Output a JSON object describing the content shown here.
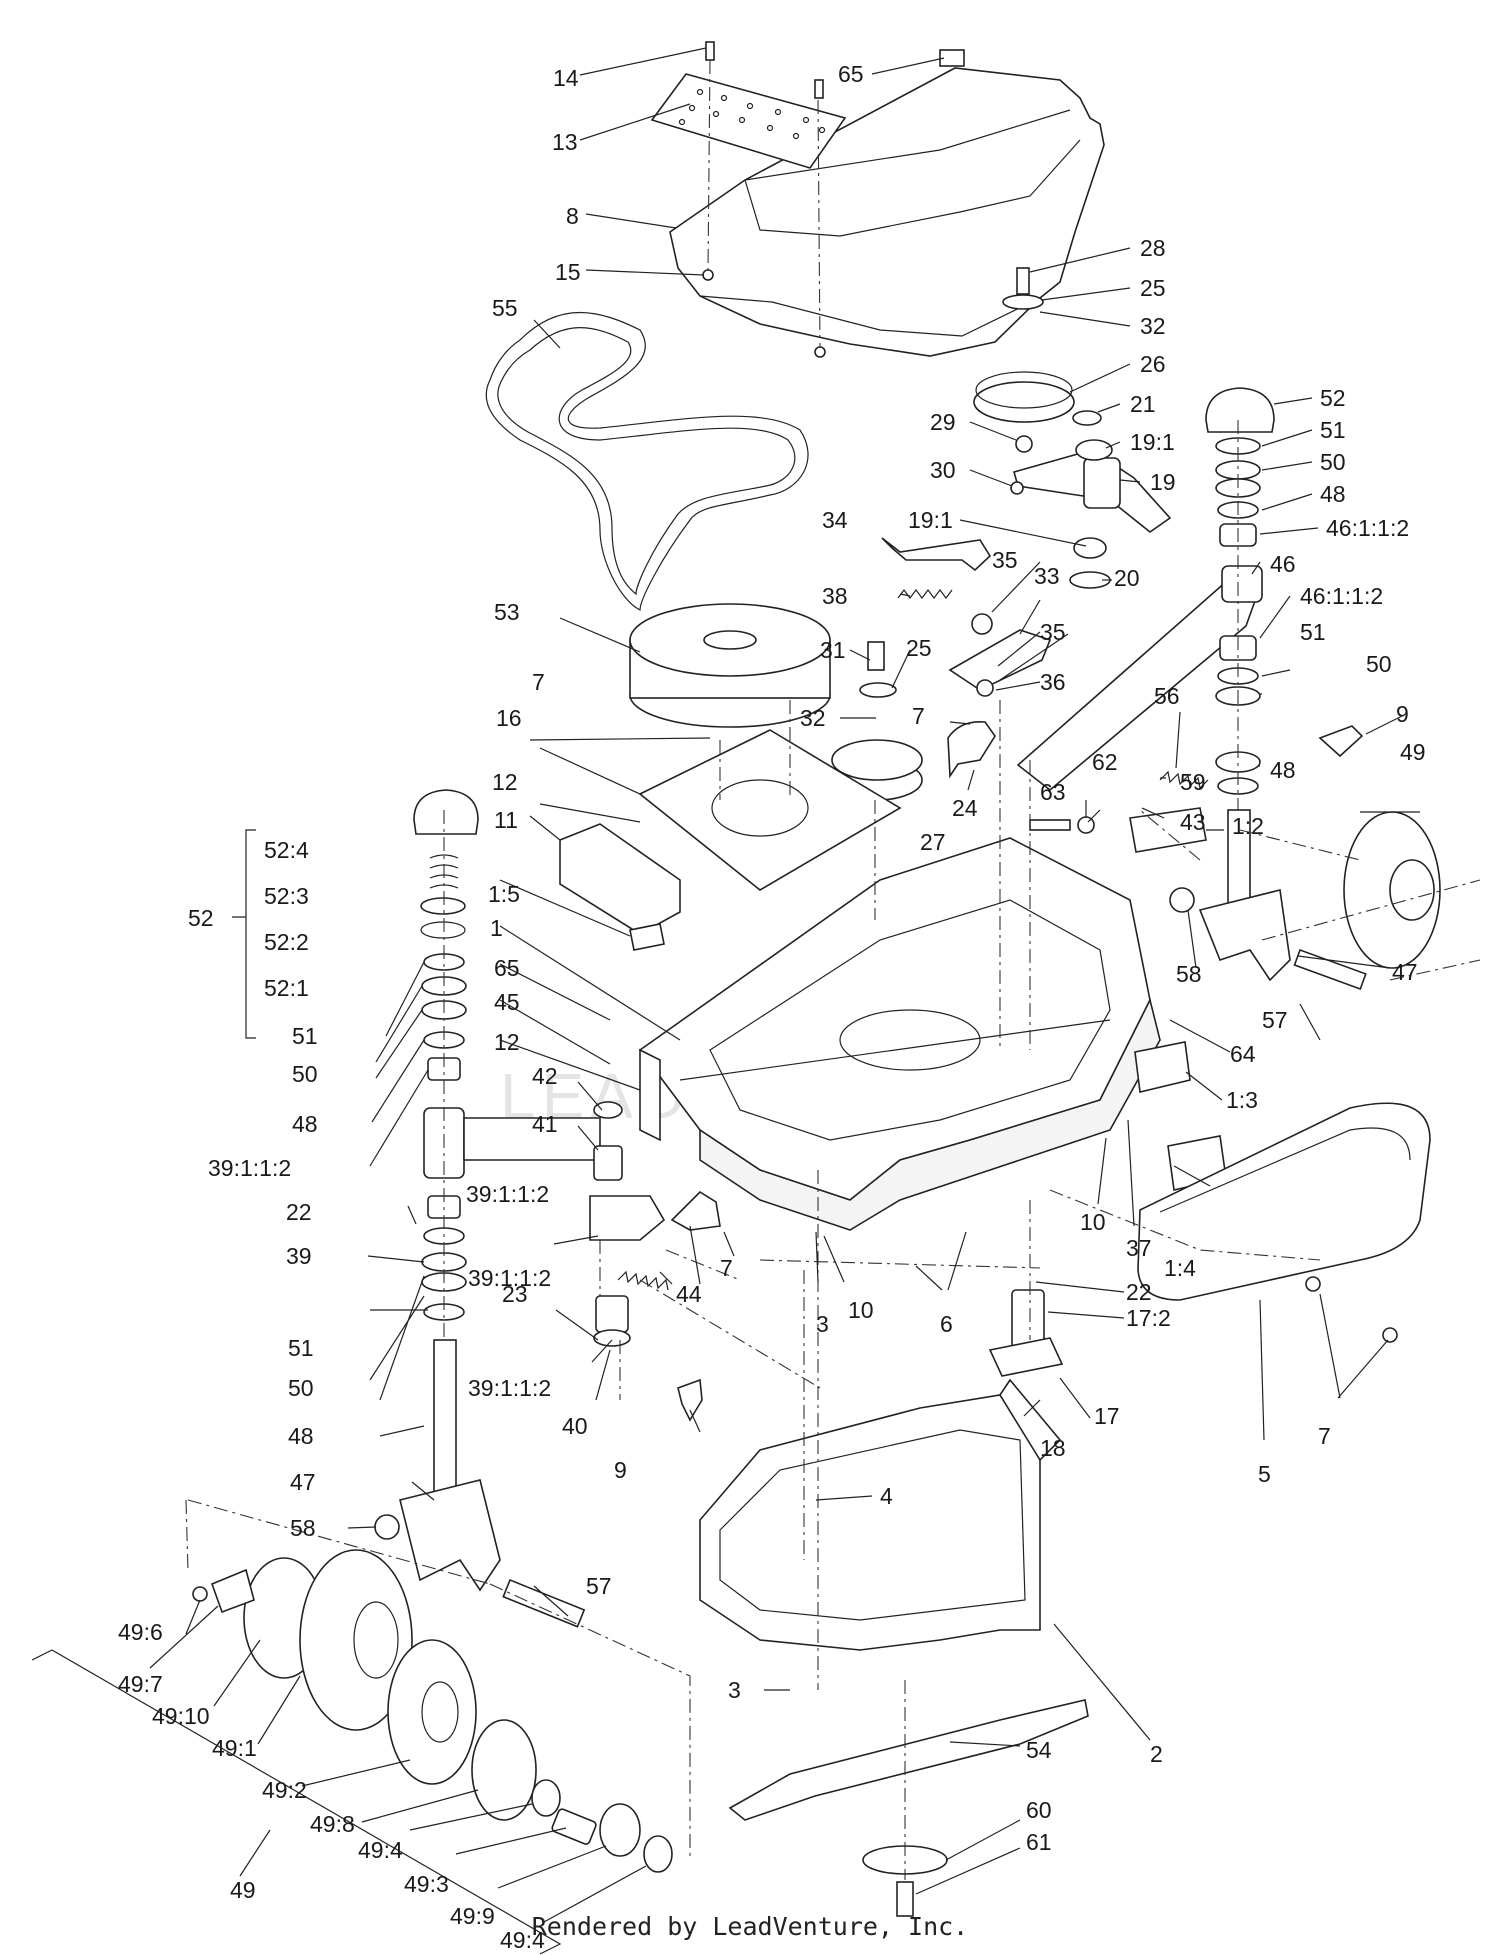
{
  "footer": "Rendered by LeadVenture, Inc.",
  "watermark": "LEADVENTURE",
  "callouts": [
    "14",
    "13",
    "65",
    "8",
    "15",
    "55",
    "28",
    "25",
    "32",
    "26",
    "29",
    "21",
    "19:1",
    "30",
    "19",
    "52",
    "51",
    "50",
    "48",
    "46:1:1:2",
    "34",
    "19:1",
    "35",
    "38",
    "33",
    "20",
    "46",
    "46:1:1:2",
    "53",
    "31",
    "25",
    "35",
    "51",
    "36",
    "50",
    "7",
    "32",
    "7",
    "9",
    "16",
    "56",
    "49",
    "12",
    "24",
    "59",
    "48",
    "27",
    "63",
    "62",
    "43",
    "1:2",
    "11",
    "52",
    "52:4",
    "52:3",
    "52:2",
    "52:1",
    "1:5",
    "1",
    "58",
    "47",
    "65",
    "45",
    "57",
    "64",
    "12",
    "42",
    "41",
    "1:3",
    "51",
    "50",
    "48",
    "39:1:1:2",
    "39:1:1:2",
    "22",
    "39",
    "23",
    "44",
    "7",
    "1:4",
    "10",
    "37",
    "39:1:1:2",
    "3",
    "10",
    "6",
    "22",
    "17:2",
    "51",
    "50",
    "39:1:1:2",
    "40",
    "9",
    "17",
    "18",
    "7",
    "5",
    "48",
    "47",
    "58",
    "4",
    "57",
    "49:6",
    "49:7",
    "49:10",
    "49:1",
    "49:2",
    "49:8",
    "49:4",
    "49:3",
    "49:9",
    "49:4",
    "49",
    "3",
    "2",
    "54",
    "60",
    "61"
  ]
}
